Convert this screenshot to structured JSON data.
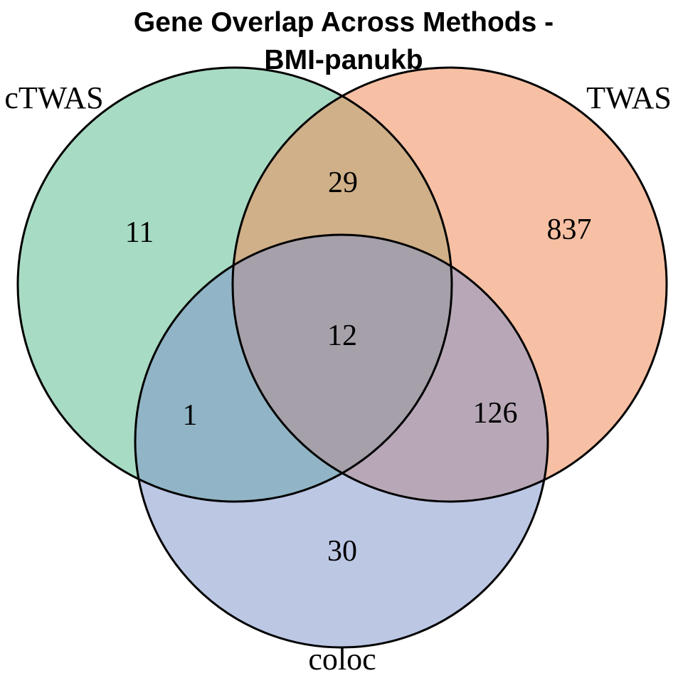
{
  "title": {
    "line1": "Gene Overlap Across Methods -",
    "line2": "BMI-panukb"
  },
  "chart_data": {
    "type": "venn",
    "title": "Gene Overlap Across Methods - BMI-panukb",
    "sets": [
      "cTWAS",
      "TWAS",
      "coloc"
    ],
    "set_colors": {
      "cTWAS": "#52b788",
      "TWAS": "#f08c5a",
      "coloc": "#7a8fc9"
    },
    "regions": {
      "cTWAS_only": 11,
      "TWAS_only": 837,
      "coloc_only": 30,
      "cTWAS_and_TWAS": 29,
      "cTWAS_and_coloc": 1,
      "TWAS_and_coloc": 126,
      "all_three": 12
    },
    "layout": {
      "legend": "none",
      "grid": false,
      "background": "#ffffff"
    }
  }
}
